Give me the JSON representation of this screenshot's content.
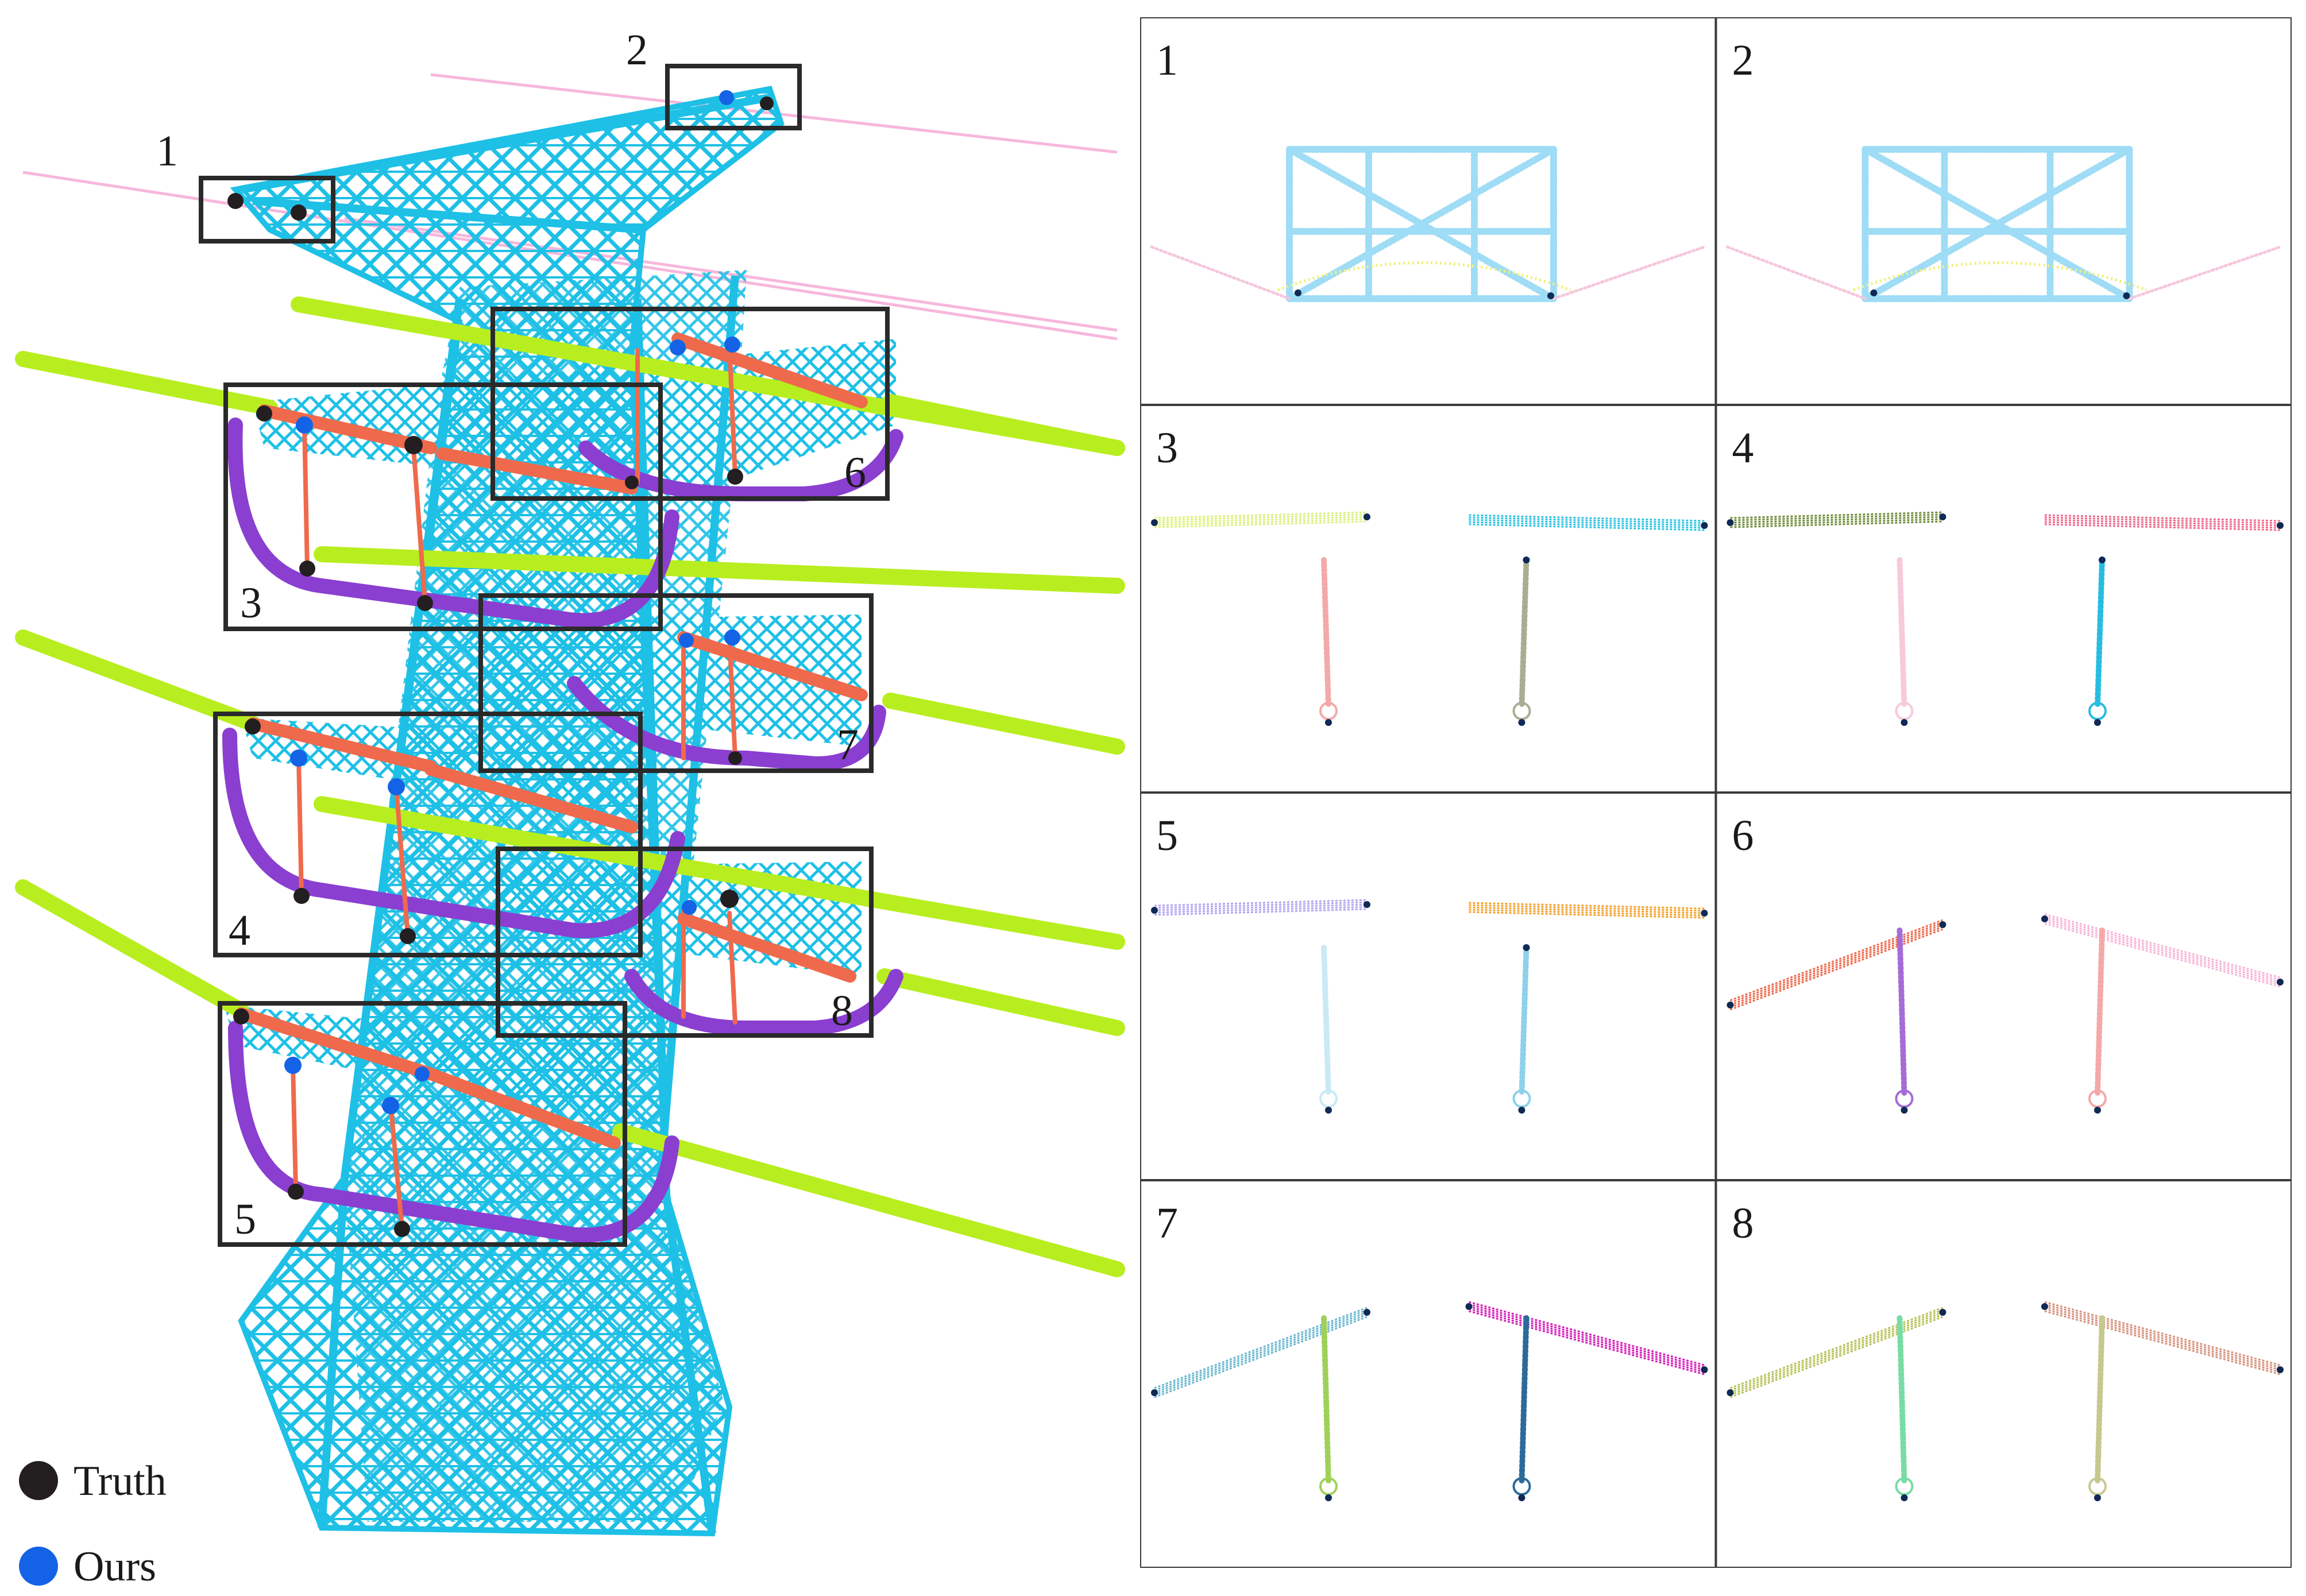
{
  "legend": {
    "items": [
      {
        "label": "Truth",
        "color": "#231f20"
      },
      {
        "label": "Ours",
        "color": "#1463e6"
      }
    ]
  },
  "scene": {
    "boxes": [
      {
        "label": "1"
      },
      {
        "label": "2"
      },
      {
        "label": "3"
      },
      {
        "label": "4"
      },
      {
        "label": "5"
      },
      {
        "label": "6"
      },
      {
        "label": "7"
      },
      {
        "label": "8"
      }
    ]
  },
  "panels": [
    {
      "label": "1",
      "kind": "frame",
      "colors": [
        "#9fdcf5",
        "#eef07a",
        "#f6c6dc"
      ]
    },
    {
      "label": "2",
      "kind": "frame",
      "colors": [
        "#9fdcf5",
        "#eef07a",
        "#f6c6dc"
      ]
    },
    {
      "label": "3",
      "kind": "flat",
      "colors": [
        "#d9f27a",
        "#2ec4e3",
        "#f4a9a9",
        "#a9ae92"
      ]
    },
    {
      "label": "4",
      "kind": "flat",
      "colors": [
        "#6f8b3a",
        "#f06d8e",
        "#f7c9dc",
        "#27bde0"
      ]
    },
    {
      "label": "5",
      "kind": "flat",
      "colors": [
        "#b2a6f2",
        "#f3a22b",
        "#c9e9f5",
        "#8fd0ec"
      ]
    },
    {
      "label": "6",
      "kind": "tilt",
      "colors": [
        "#ef6b4e",
        "#f7b5d8",
        "#a56cd6",
        "#f4a9a9"
      ]
    },
    {
      "label": "7",
      "kind": "tilt",
      "colors": [
        "#6cb8cf",
        "#d41fb7",
        "#9fd15a",
        "#2d6a9a"
      ]
    },
    {
      "label": "8",
      "kind": "tilt",
      "colors": [
        "#b7c35a",
        "#d69480",
        "#79dca5",
        "#c6c98e"
      ]
    }
  ],
  "colors": {
    "tower": "#1ec0e6",
    "conductor": "#b8ee1f",
    "ground_wire": "#f7b7dc",
    "rod": "#ef6a4c",
    "jumper": "#8a3fd0",
    "box": "#2a2a2a"
  }
}
